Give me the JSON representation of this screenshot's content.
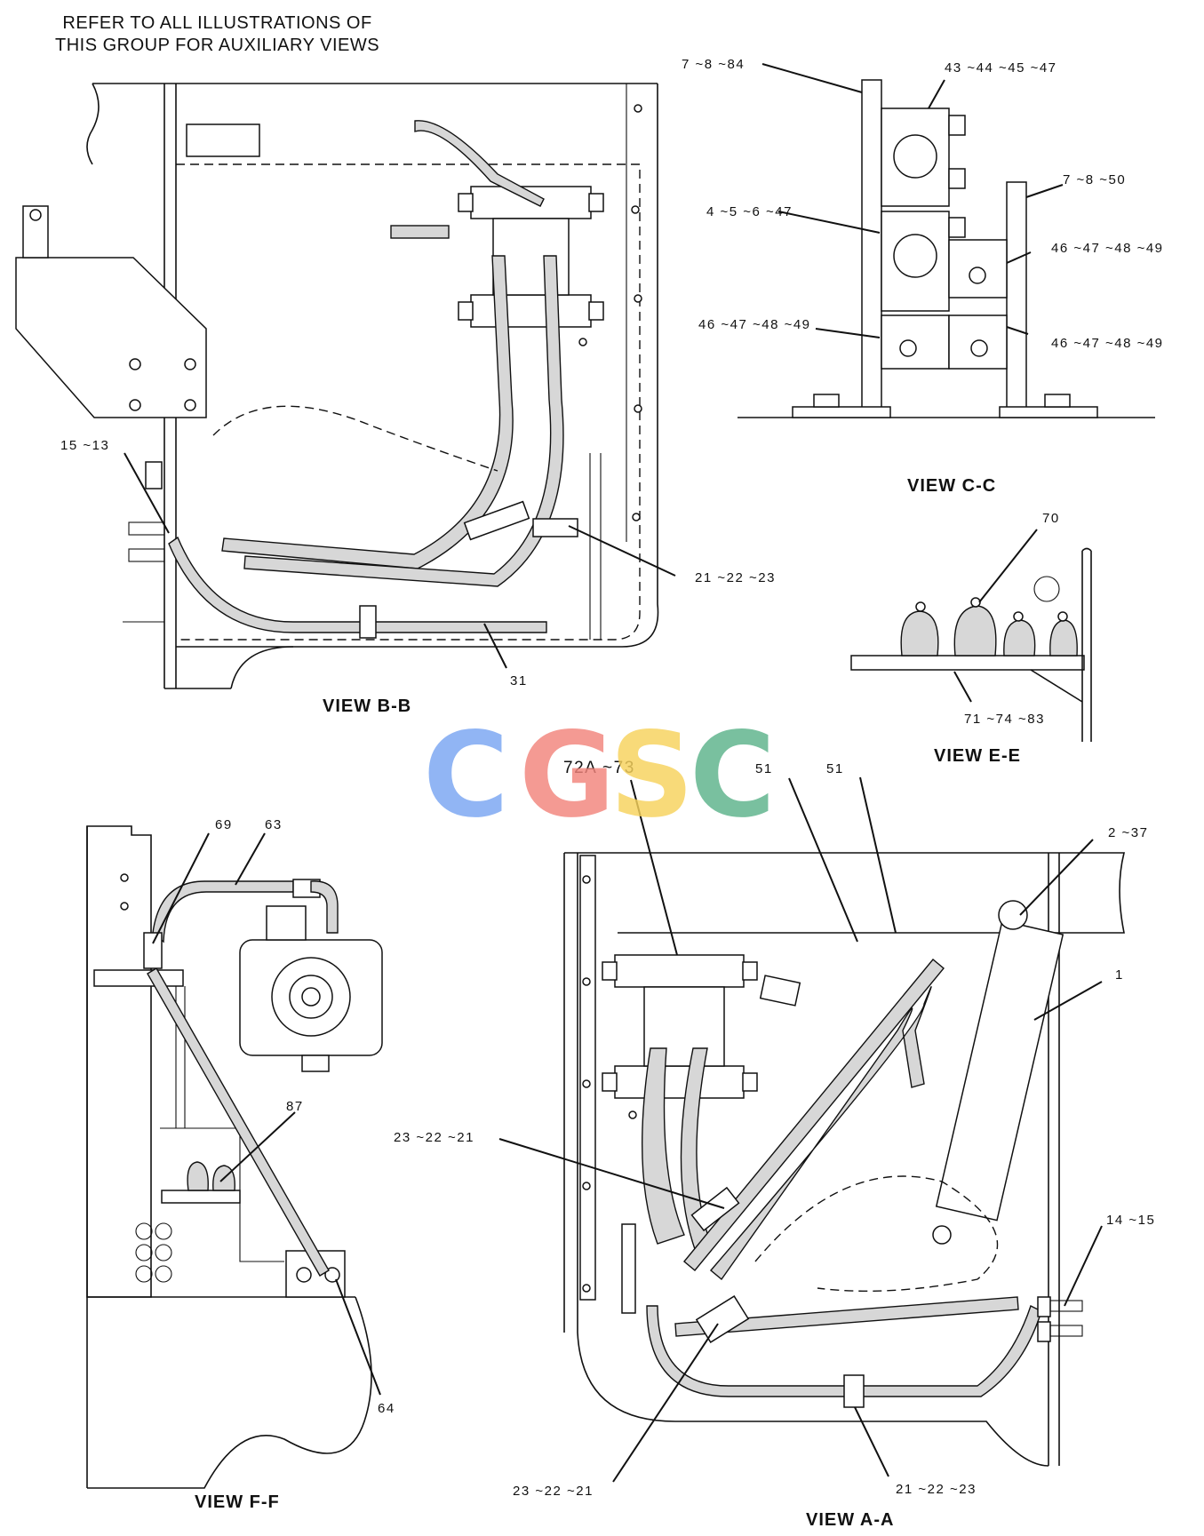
{
  "note": {
    "line1": "REFER TO ALL ILLUSTRATIONS OF",
    "line2": "THIS GROUP FOR AUXILIARY VIEWS"
  },
  "views": {
    "bb": "VIEW  B-B",
    "cc": "VIEW  C-C",
    "ee": "VIEW  E-E",
    "ff": "VIEW  F-F",
    "aa": "VIEW  A-A"
  },
  "callouts": {
    "bb_15_13": "15 ~13",
    "bb_21_22_23": "21 ~22 ~23",
    "bb_31": "31",
    "cc_7_8_84": "7 ~8 ~84",
    "cc_43_44_45_47": "43 ~44 ~45 ~47",
    "cc_7_8_50": "7 ~8 ~50",
    "cc_4_5_6_47": "4 ~5 ~6 ~47",
    "cc_46_47_48_49_a": "46 ~47 ~48 ~49",
    "cc_46_47_48_49_b": "46 ~47 ~48 ~49",
    "cc_46_47_48_49_c": "46 ~47 ~48 ~49",
    "ee_70": "70",
    "ee_71_74_83": "71 ~74 ~83",
    "ff_69": "69",
    "ff_63": "63",
    "ff_87": "87",
    "ff_64": "64",
    "aa_72a_73": "72A ~73",
    "aa_51_a": "51",
    "aa_51_b": "51",
    "aa_2_37": "2 ~37",
    "aa_1": "1",
    "aa_23_22_21_a": "23 ~22 ~21",
    "aa_14_15": "14 ~15",
    "aa_23_22_21_b": "23 ~22 ~21",
    "aa_21_22_23": "21 ~22 ~23"
  },
  "watermark": {
    "letters": [
      "C",
      "G",
      "S",
      "C"
    ],
    "colors": [
      "#7aa6f2",
      "#f2847c",
      "#f7d25c",
      "#5cb38a"
    ]
  }
}
